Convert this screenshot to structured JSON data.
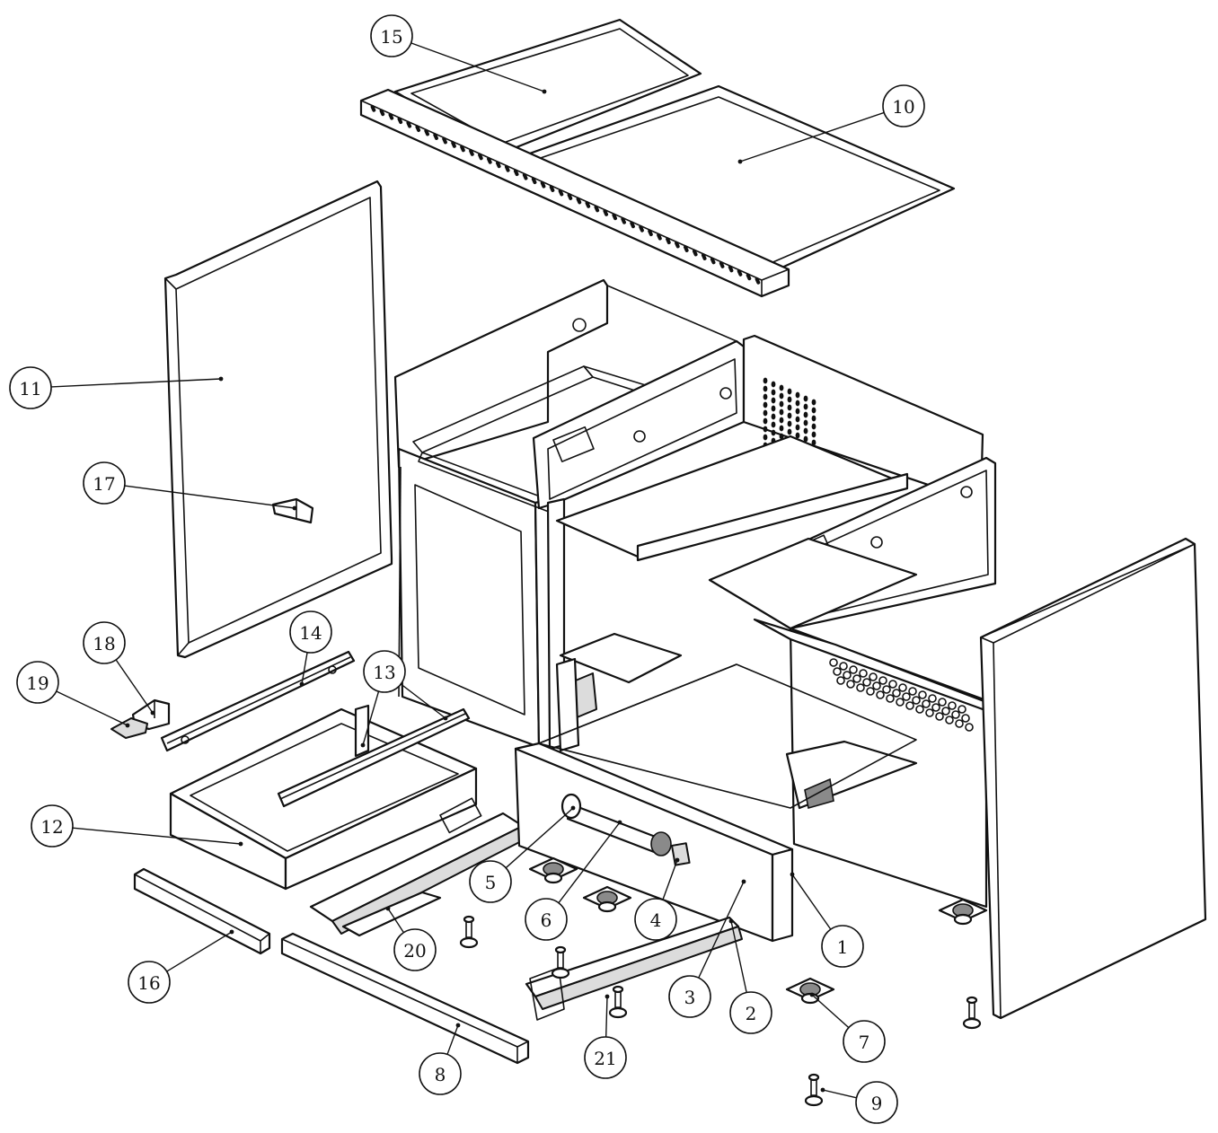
{
  "callouts": [
    {
      "id": "15",
      "label": "15"
    },
    {
      "id": "10",
      "label": "10"
    },
    {
      "id": "11",
      "label": "11"
    },
    {
      "id": "17",
      "label": "17"
    },
    {
      "id": "18",
      "label": "18"
    },
    {
      "id": "14",
      "label": "14"
    },
    {
      "id": "19",
      "label": "19"
    },
    {
      "id": "13",
      "label": "13"
    },
    {
      "id": "12",
      "label": "12"
    },
    {
      "id": "5",
      "label": "5"
    },
    {
      "id": "6",
      "label": "6"
    },
    {
      "id": "4",
      "label": "4"
    },
    {
      "id": "1",
      "label": "1"
    },
    {
      "id": "16",
      "label": "16"
    },
    {
      "id": "20",
      "label": "20"
    },
    {
      "id": "3",
      "label": "3"
    },
    {
      "id": "2",
      "label": "2"
    },
    {
      "id": "7",
      "label": "7"
    },
    {
      "id": "8",
      "label": "8"
    },
    {
      "id": "21",
      "label": "21"
    },
    {
      "id": "9",
      "label": "9"
    }
  ]
}
